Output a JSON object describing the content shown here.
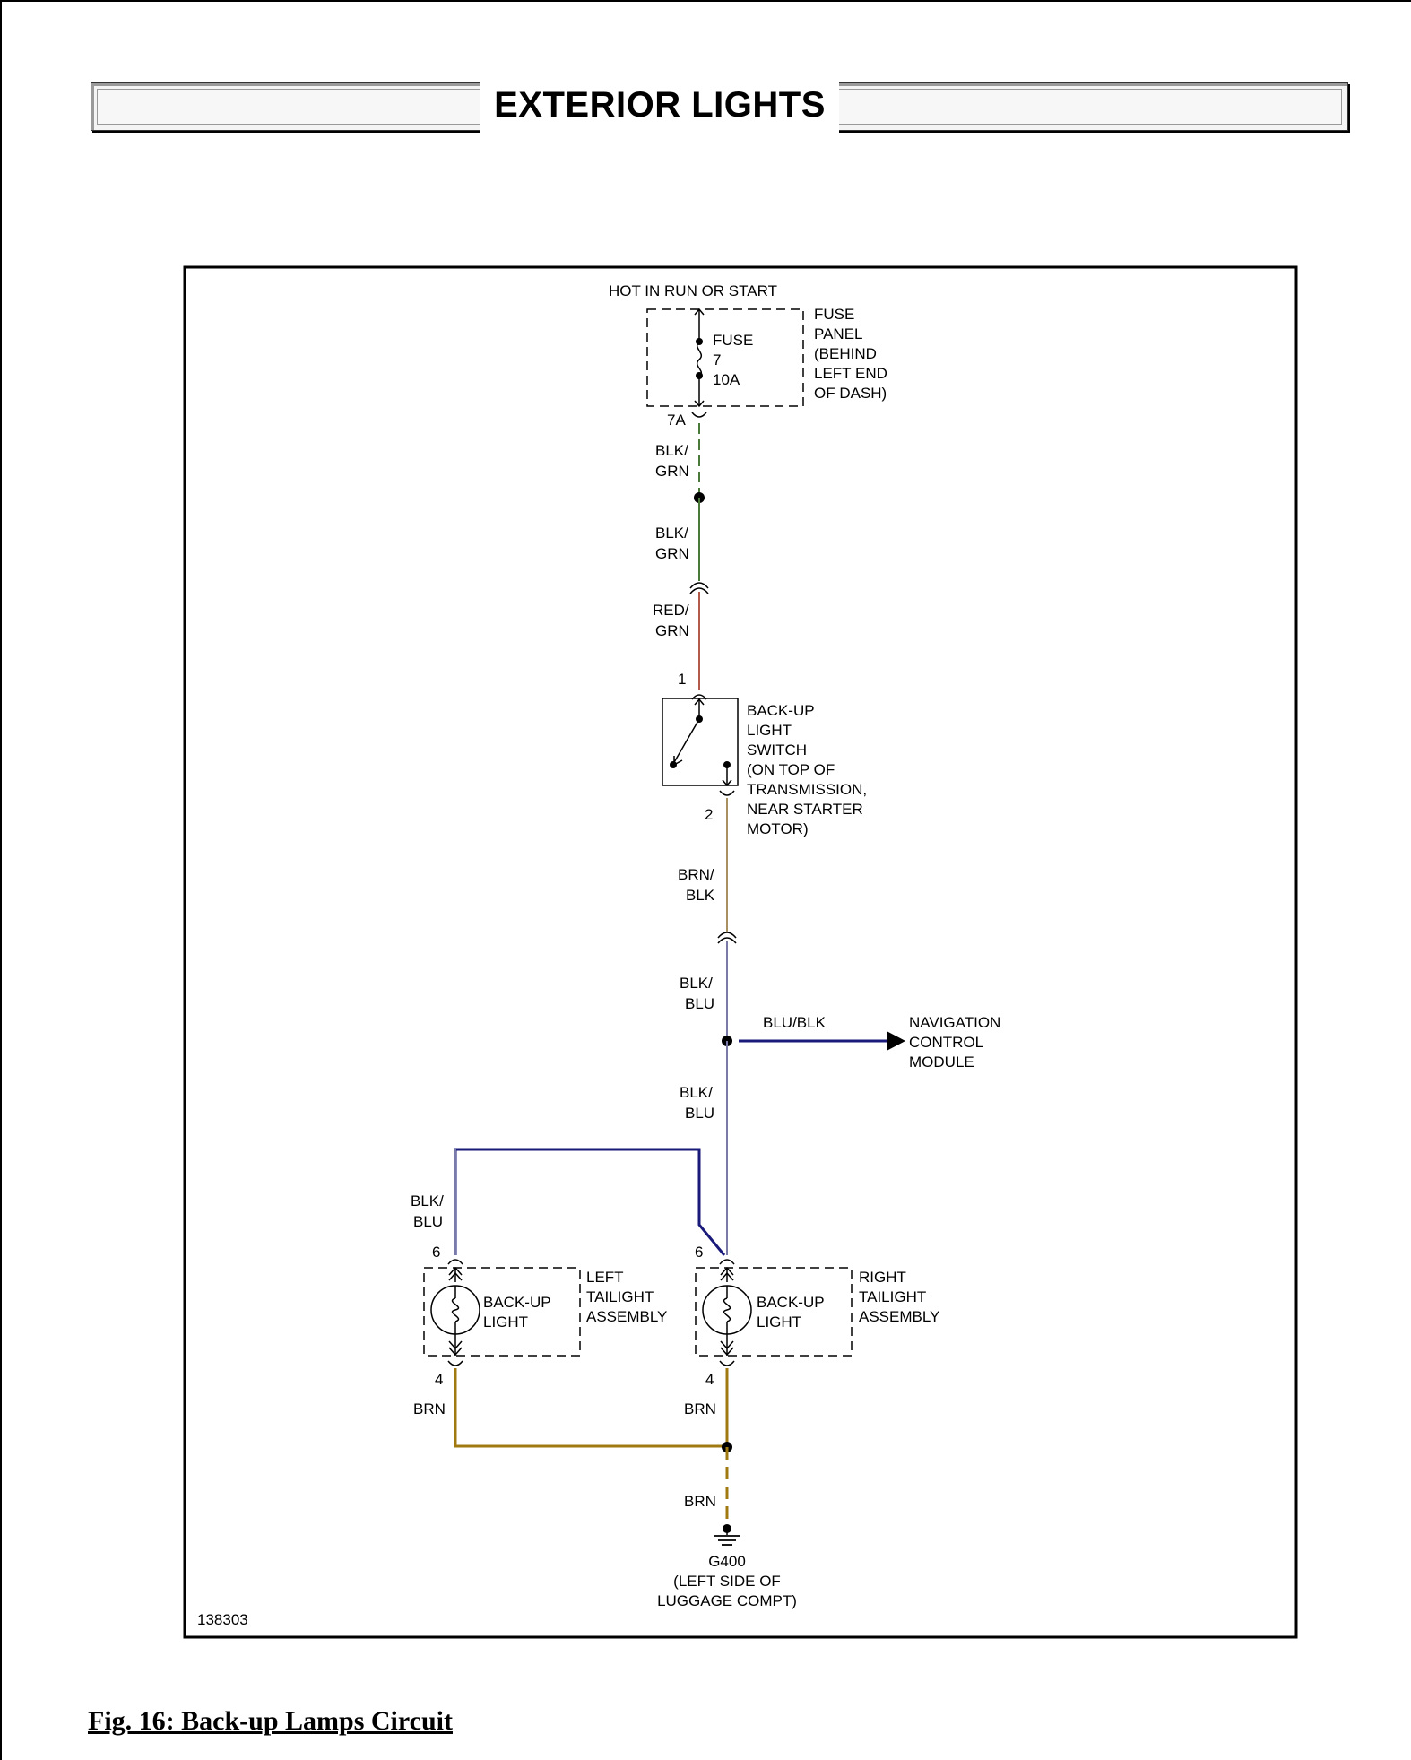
{
  "header": {
    "title": "EXTERIOR LIGHTS"
  },
  "caption": "Fig. 16: Back-up Lamps Circuit",
  "diagram": {
    "id_number": "138303",
    "power_source": "HOT IN RUN OR START",
    "fuse_label_1": "FUSE",
    "fuse_label_2": "7",
    "fuse_label_3": "10A",
    "fuse_panel_lines": [
      "FUSE",
      "PANEL",
      "(BEHIND",
      "LEFT END",
      "OF DASH)"
    ],
    "connector_7a": "7A",
    "wire_blk_grn_1": [
      "BLK/",
      "GRN"
    ],
    "wire_blk_grn_2": [
      "BLK/",
      "GRN"
    ],
    "wire_red_grn": [
      "RED/",
      "GRN"
    ],
    "pin_1": "1",
    "switch_lines": [
      "BACK-UP",
      "LIGHT",
      "SWITCH",
      "(ON TOP OF",
      "TRANSMISSION,",
      "NEAR STARTER",
      "MOTOR)"
    ],
    "pin_2": "2",
    "wire_brn_blk": [
      "BRN/",
      "BLK"
    ],
    "wire_blk_blu_1": [
      "BLK/",
      "BLU"
    ],
    "wire_blu_blk": "BLU/BLK",
    "nav_module_lines": [
      "NAVIGATION",
      "CONTROL",
      "MODULE"
    ],
    "wire_blk_blu_2": [
      "BLK/",
      "BLU"
    ],
    "wire_blk_blu_3": [
      "BLK/",
      "BLU"
    ],
    "left_pin_6": "6",
    "right_pin_6": "6",
    "left_light_lines": [
      "BACK-UP",
      "LIGHT"
    ],
    "right_light_lines": [
      "BACK-UP",
      "LIGHT"
    ],
    "left_assembly_lines": [
      "LEFT",
      "TAILIGHT",
      "ASSEMBLY"
    ],
    "right_assembly_lines": [
      "RIGHT",
      "TAILIGHT",
      "ASSEMBLY"
    ],
    "left_pin_4": "4",
    "right_pin_4": "4",
    "wire_brn_left": "BRN",
    "wire_brn_right": "BRN",
    "wire_brn_ground": "BRN",
    "ground_lines": [
      "G400",
      "(LEFT SIDE OF",
      "LUGGAGE COMPT)"
    ],
    "colors": {
      "blk_grn": "#4a7a3a",
      "red_grn": "#b35a4a",
      "brn_blk": "#a89060",
      "blk_blu": "#7a7aa8",
      "blu_blk": "#1a1a7a",
      "brn": "#a07a10"
    }
  }
}
